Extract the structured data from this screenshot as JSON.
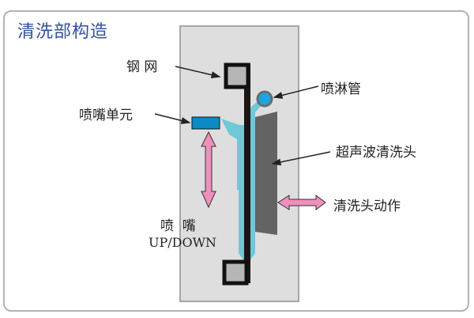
{
  "title": "清洗部构造",
  "labels": {
    "stencil": "钢 网",
    "nozzle_unit": "喷嘴单元",
    "spray_pipe": "喷淋管",
    "ultrasonic_head": "超声波清洗头",
    "head_motion": "清洗头动作",
    "nozzle_updown_line1": "喷  嘴",
    "nozzle_updown_line2": "UP/DOWN"
  },
  "colors": {
    "title": "#2f4f9e",
    "chamber_fill": "#dedede",
    "chamber_border": "#a6a6a6",
    "stencil_frame": "#111111",
    "stencil_inner": "#b5b7b5",
    "spray": "#6fc8d8",
    "nozzle": "#0d8ac4",
    "pipe": "#19a6e2",
    "ultrasonic_head": "#636363",
    "arrow_fill": "#ef8fbb"
  }
}
